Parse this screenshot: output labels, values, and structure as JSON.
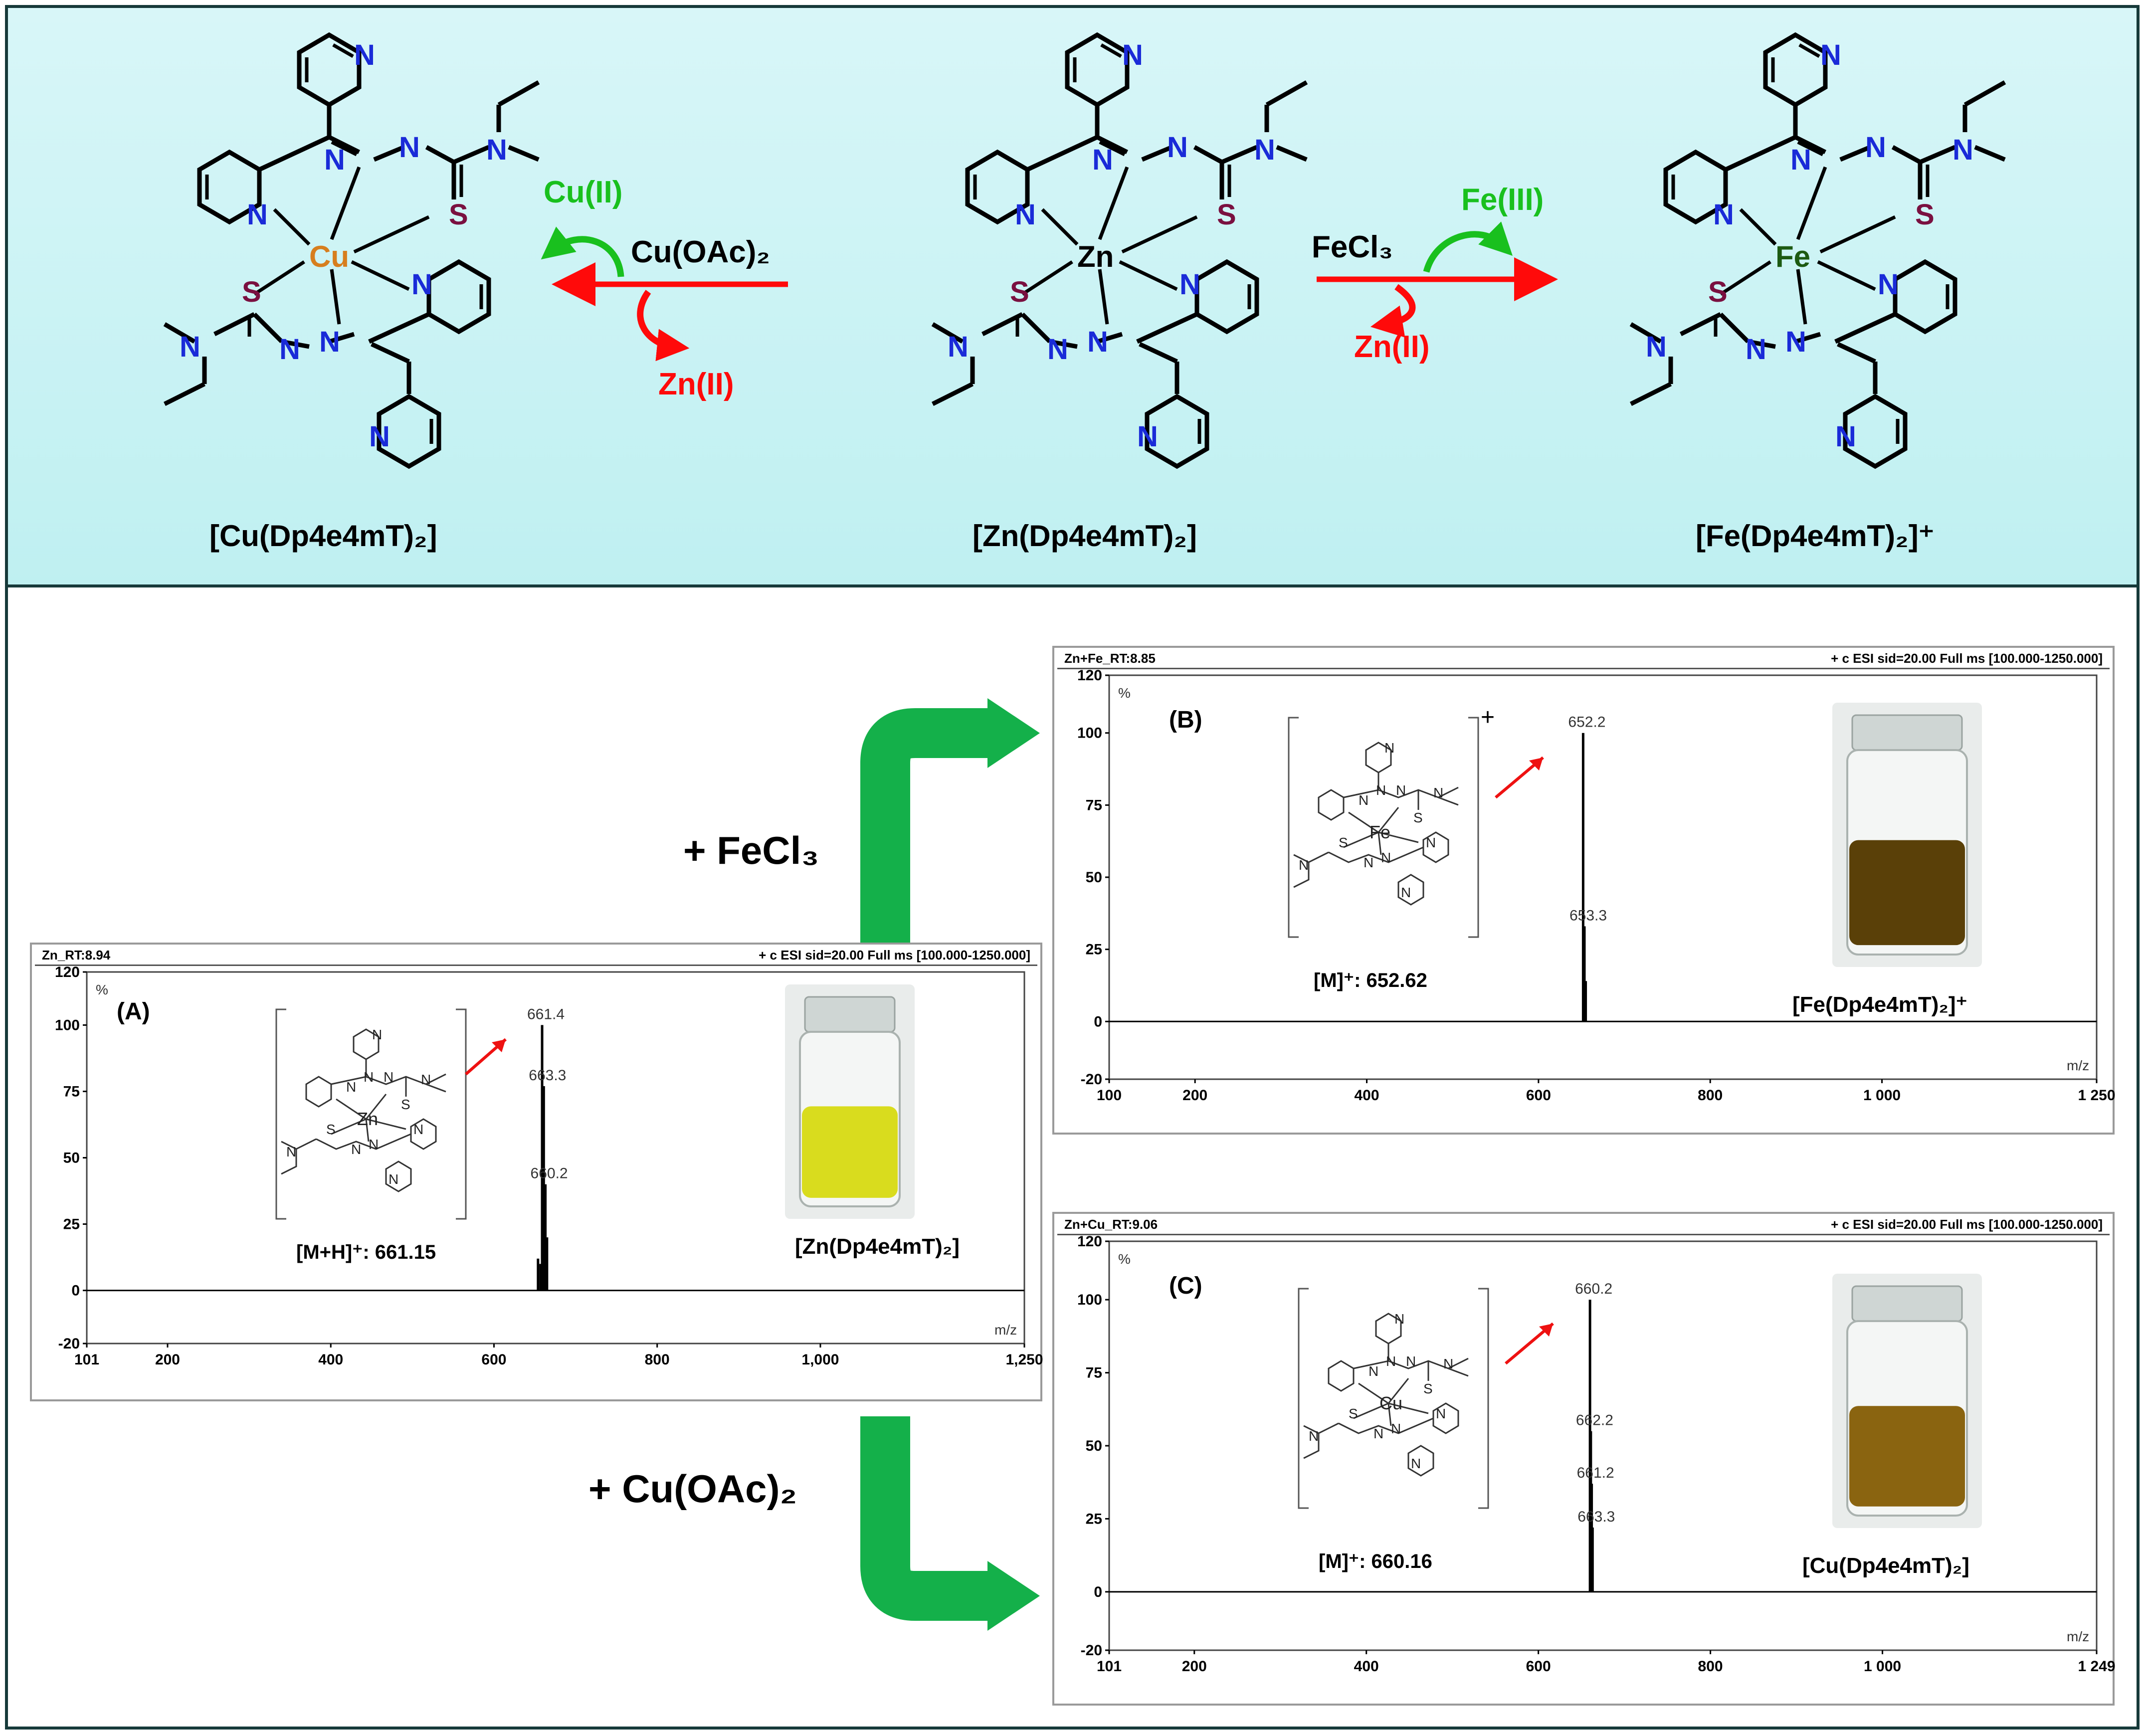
{
  "top_panel": {
    "cu_complex_label": "[Cu(Dp4e4mT)₂]",
    "zn_complex_label": "[Zn(Dp4e4mT)₂]",
    "fe_complex_label": "[Fe(Dp4e4mT)₂]⁺",
    "left_reagent": "Cu(OAc)₂",
    "left_in": "Cu(II)",
    "left_out": "Zn(II)",
    "right_reagent": "FeCl₃",
    "right_in": "Fe(III)",
    "right_out": "Zn(II)",
    "metal_cu": "Cu",
    "metal_zn": "Zn",
    "metal_fe": "Fe"
  },
  "bottom_panel": {
    "fecl3_label": "+ FeCl₃",
    "cuoac_label": "+ Cu(OAc)₂"
  },
  "chart_data": [
    {
      "type": "bar",
      "panel": "(A)",
      "header_left": "Zn_RT:8.94",
      "header_right": "+ c ESI sid=20.00  Full ms [100.000-1250.000]",
      "ylabel": "%",
      "xlabel": "m/z",
      "xlim": [
        101,
        1250
      ],
      "ylim": [
        -20,
        120
      ],
      "x_tick_labels": [
        "101",
        "200",
        "400",
        "600",
        "800",
        "1,000",
        "1,250"
      ],
      "x_tick_values": [
        101,
        200,
        400,
        600,
        800,
        1000,
        1250
      ],
      "y_ticks": [
        -20,
        0,
        25,
        50,
        75,
        100,
        120
      ],
      "peaks": [
        {
          "mz": 654,
          "intensity": 12
        },
        {
          "mz": 657,
          "intensity": 10
        },
        {
          "mz": 659,
          "intensity": 100,
          "label": "661.4"
        },
        {
          "mz": 661,
          "intensity": 77,
          "label": "663.3"
        },
        {
          "mz": 663,
          "intensity": 40,
          "label": "660.2"
        },
        {
          "mz": 665,
          "intensity": 20
        }
      ],
      "ion_label": "[M+H]⁺: 661.15",
      "photo_label": "[Zn(Dp4e4mT)₂]",
      "photo_color": "#d9dc1e"
    },
    {
      "type": "bar",
      "panel": "(B)",
      "header_left": "Zn+Fe_RT:8.85",
      "header_right": "+ c ESI sid=20.00  Full ms [100.000-1250.000]",
      "ylabel": "%",
      "xlabel": "m/z",
      "xlim": [
        100,
        1250
      ],
      "ylim": [
        -20,
        120
      ],
      "x_tick_labels": [
        "100",
        "200",
        "400",
        "600",
        "800",
        "1 000",
        "1 250"
      ],
      "x_tick_values": [
        100,
        200,
        400,
        600,
        800,
        1000,
        1250
      ],
      "y_ticks": [
        -20,
        0,
        25,
        50,
        75,
        100,
        120
      ],
      "peaks": [
        {
          "mz": 652,
          "intensity": 100,
          "label": "652.2"
        },
        {
          "mz": 653.5,
          "intensity": 33,
          "label": "653.3"
        },
        {
          "mz": 655,
          "intensity": 14
        }
      ],
      "ion_label": "[M]⁺: 652.62",
      "photo_label": "[Fe(Dp4e4mT)₂]⁺",
      "photo_color": "#5a4008"
    },
    {
      "type": "bar",
      "panel": "(C)",
      "header_left": "Zn+Cu_RT:9.06",
      "header_right": "+ c ESI sid=20.00  Full ms [100.000-1250.000]",
      "ylabel": "%",
      "xlabel": "m/z",
      "xlim": [
        101,
        1249
      ],
      "ylim": [
        -20,
        120
      ],
      "x_tick_labels": [
        "101",
        "200",
        "400",
        "600",
        "800",
        "1 000",
        "1 249"
      ],
      "x_tick_values": [
        101,
        200,
        400,
        600,
        800,
        1000,
        1249
      ],
      "y_ticks": [
        -20,
        0,
        25,
        50,
        75,
        100,
        120
      ],
      "peaks": [
        {
          "mz": 660,
          "intensity": 100,
          "label": "660.2"
        },
        {
          "mz": 661,
          "intensity": 55,
          "label": "662.2"
        },
        {
          "mz": 662,
          "intensity": 37,
          "label": "661.2"
        },
        {
          "mz": 663,
          "intensity": 22,
          "label": "663.3"
        }
      ],
      "ion_label": "[M]⁺: 660.16",
      "photo_label": "[Cu(Dp4e4mT)₂]",
      "photo_color": "#8a6410"
    }
  ]
}
